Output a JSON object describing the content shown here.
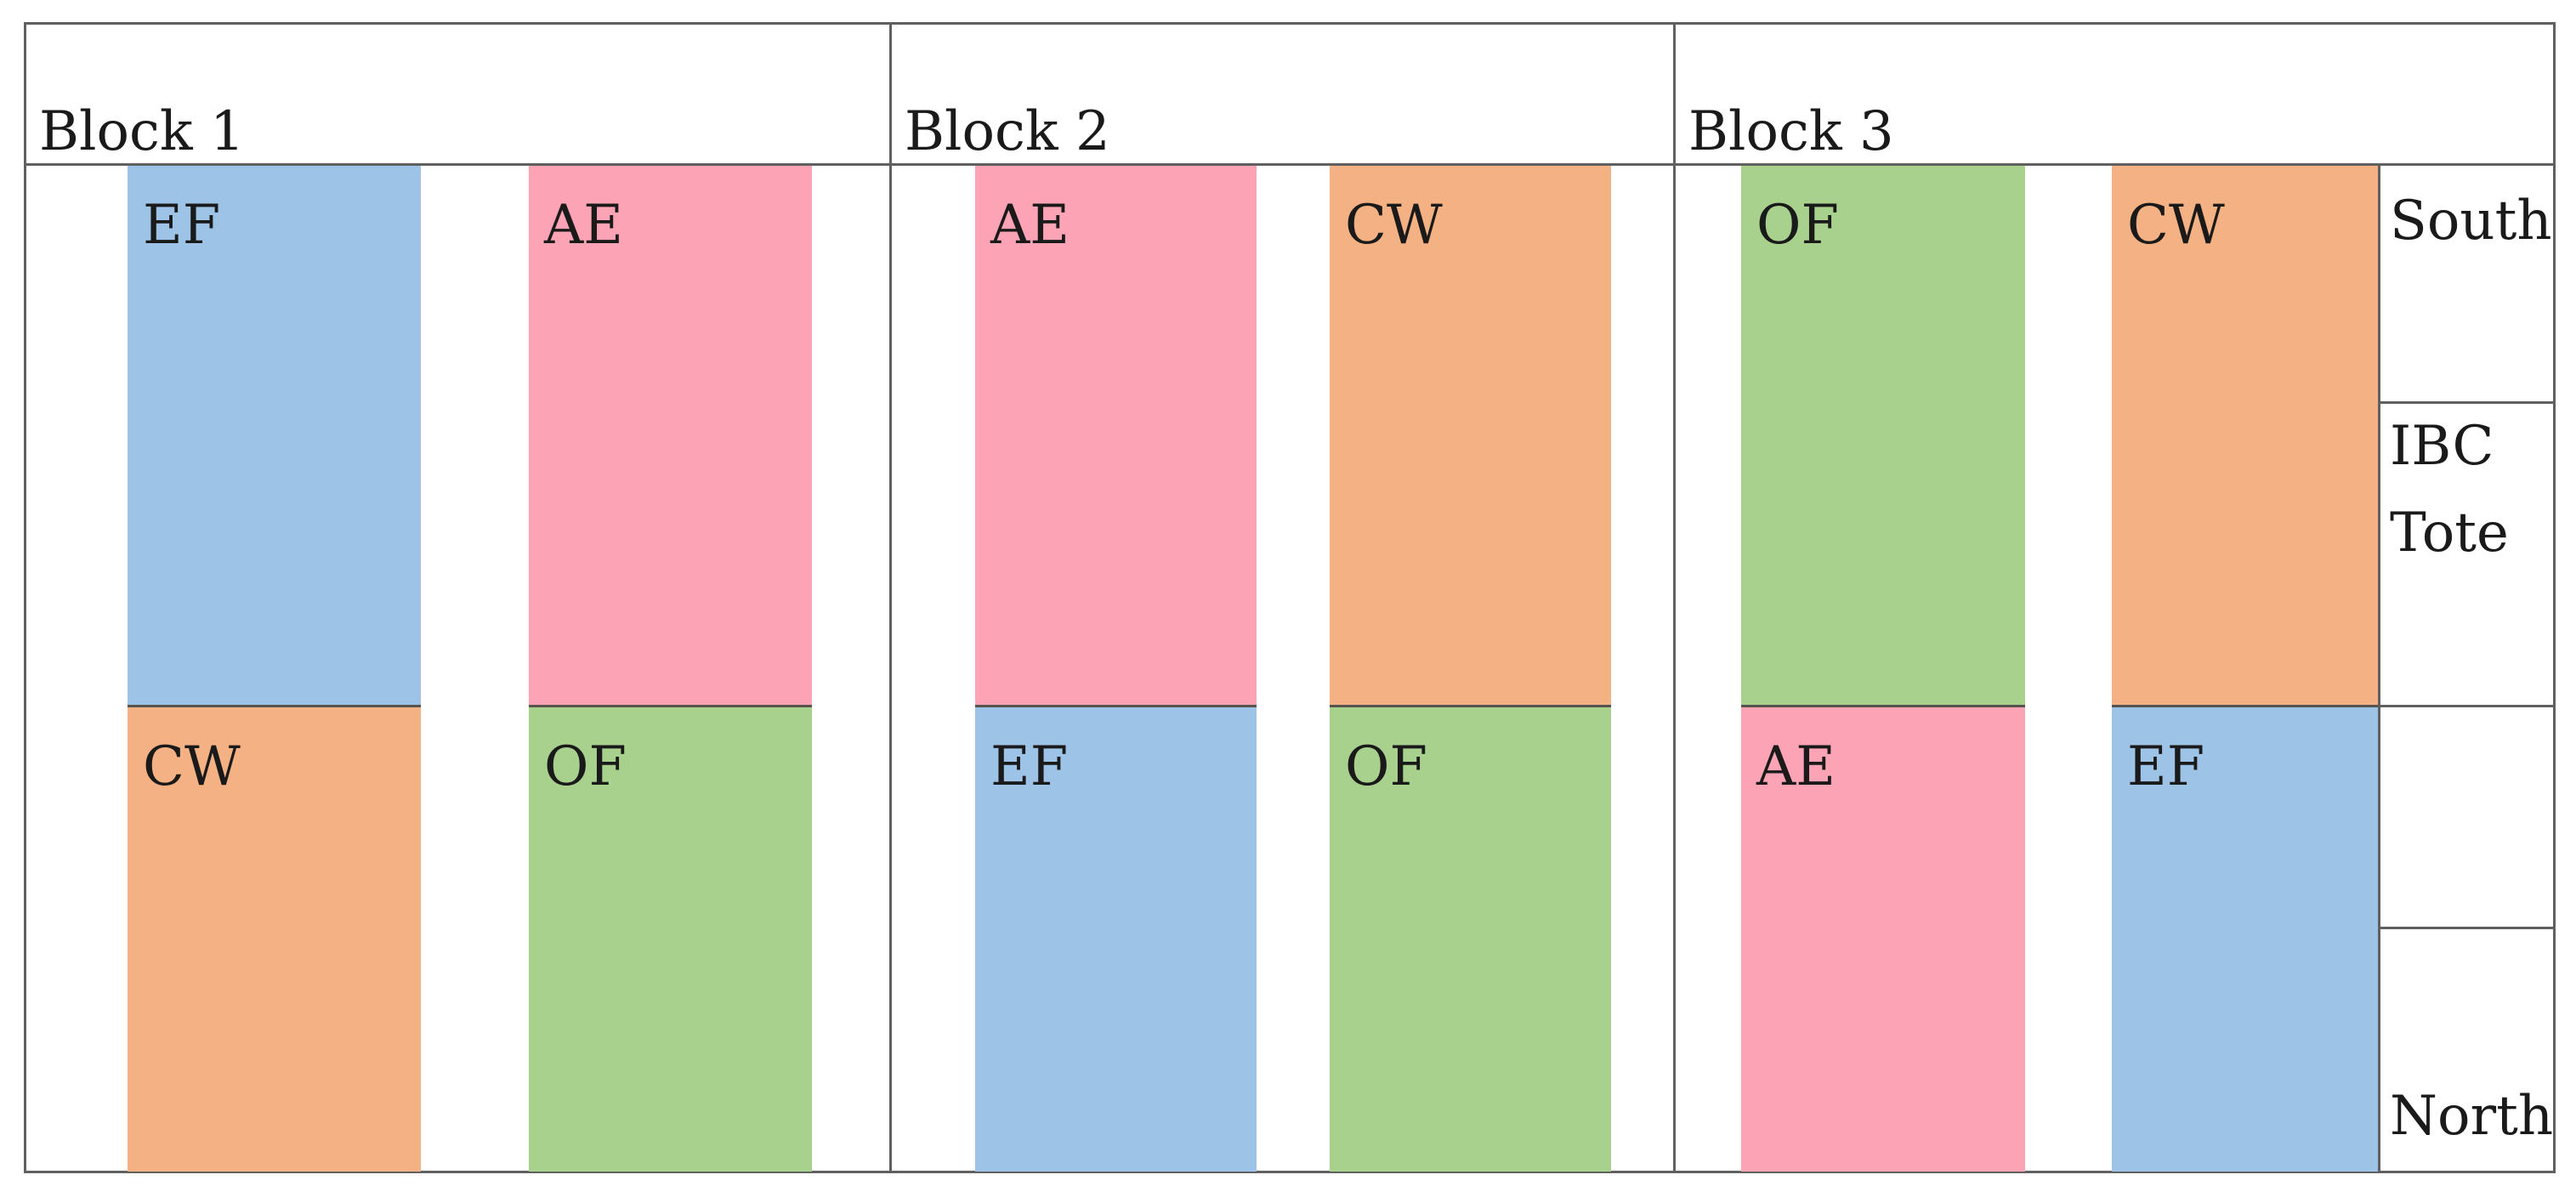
{
  "figure": {
    "blocks": [
      {
        "label": "Block 1",
        "columns": [
          {
            "segments": [
              {
                "label": "EF",
                "fill": "#9DC3E6"
              },
              {
                "label": "CW",
                "fill": "#F4B183"
              }
            ]
          },
          {
            "segments": [
              {
                "label": "AE",
                "fill": "#FCA3B5"
              },
              {
                "label": "OF",
                "fill": "#A9D18E"
              }
            ]
          }
        ]
      },
      {
        "label": "Block 2",
        "columns": [
          {
            "segments": [
              {
                "label": "AE",
                "fill": "#FCA3B5"
              },
              {
                "label": "EF",
                "fill": "#9DC3E6"
              }
            ]
          },
          {
            "segments": [
              {
                "label": "CW",
                "fill": "#F4B183"
              },
              {
                "label": "OF",
                "fill": "#A9D18E"
              }
            ]
          }
        ]
      },
      {
        "label": "Block 3",
        "columns": [
          {
            "segments": [
              {
                "label": "OF",
                "fill": "#A9D18E"
              },
              {
                "label": "AE",
                "fill": "#FCA3B5"
              }
            ]
          },
          {
            "segments": [
              {
                "label": "CW",
                "fill": "#F4B183"
              },
              {
                "label": "EF",
                "fill": "#9DC3E6"
              }
            ]
          }
        ]
      }
    ],
    "side_labels": {
      "south": "South",
      "ibc_tote": "IBC Tote",
      "north": "North"
    },
    "colors": {
      "blue": "#9DC3E6",
      "pink": "#FCA3B5",
      "orange": "#F4B183",
      "green": "#A9D18E",
      "grid_line": "#606060"
    }
  }
}
